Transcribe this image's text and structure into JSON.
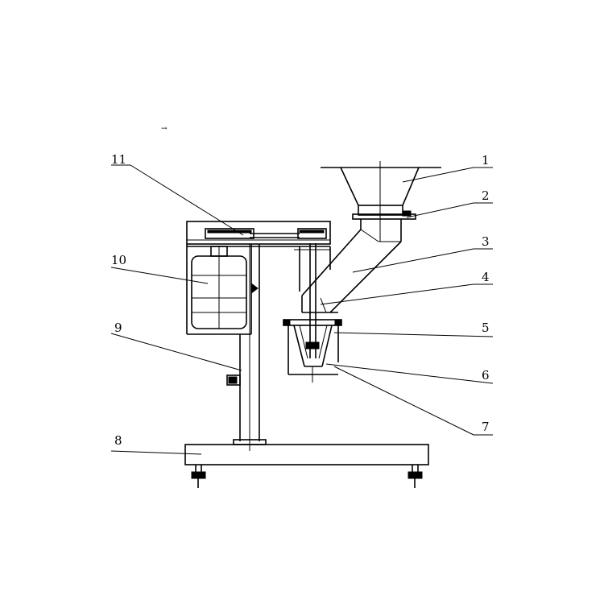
{
  "labels": {
    "l1": "1",
    "l2": "2",
    "l3": "3",
    "l4": "4",
    "l5": "5",
    "l6": "6",
    "l7": "7",
    "l8": "8",
    "l9": "9",
    "l10": "10",
    "l11": "11"
  },
  "stray_mark": "→",
  "colors": {
    "line": "#000000",
    "background": "#ffffff"
  }
}
